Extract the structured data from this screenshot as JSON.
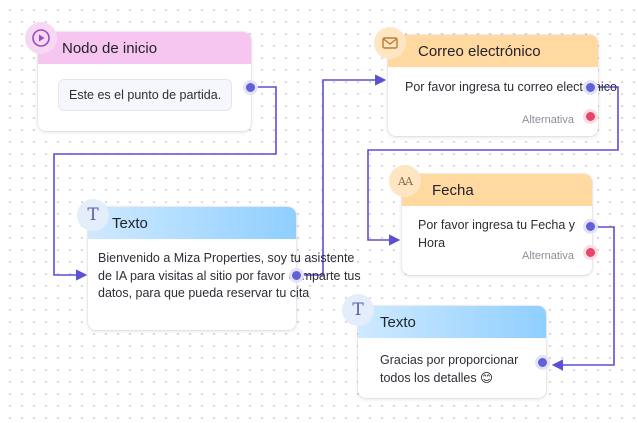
{
  "colors": {
    "connector": "#5b4fd6",
    "handle": "#6160d6",
    "alt_handle": "#e8456a",
    "start_header": "#f6c6f0",
    "email_header": "#ffd9a0",
    "text_header": "#8fcfff"
  },
  "nodes": {
    "start": {
      "title": "Nodo de inicio",
      "icon": "play-circle-icon",
      "message": "Este es el punto de partida."
    },
    "email": {
      "title": "Correo electrónico",
      "icon": "envelope-icon",
      "prompt": "Por favor ingresa tu correo electrónico",
      "alt_label": "Alternativa"
    },
    "date": {
      "title": "Fecha",
      "icon": "font-size-icon",
      "icon_text": "AA",
      "prompt": "Por favor ingresa tu Fecha y Hora",
      "alt_label": "Alternativa"
    },
    "text1": {
      "title": "Texto",
      "icon": "text-t-icon",
      "icon_text": "T",
      "message": "Bienvenido a Miza Properties, soy tu asistente de IA para visitas al sitio por favor comparte tus datos, para que pueda reservar tu cita"
    },
    "text2": {
      "title": "Texto",
      "icon": "text-t-icon",
      "icon_text": "T",
      "message": "Gracias por proporcionar todos los detalles 😊"
    }
  }
}
